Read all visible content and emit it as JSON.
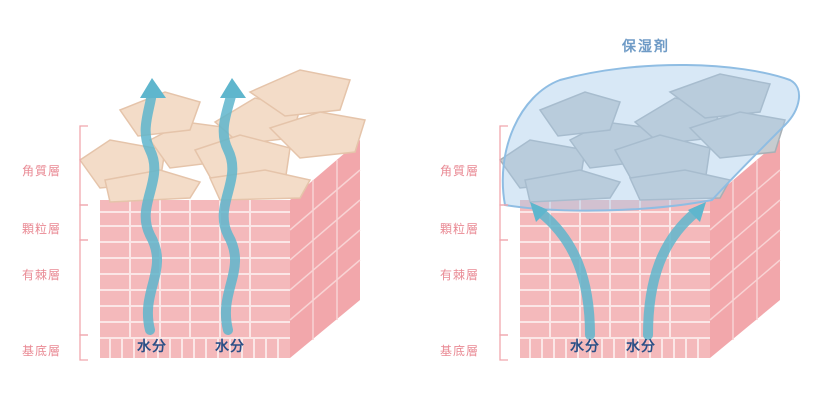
{
  "left_panel": {
    "layer_labels": [
      "角質層",
      "顆粒層",
      "有棘層",
      "基底層"
    ],
    "water_labels": [
      "水分",
      "水分"
    ]
  },
  "right_panel": {
    "moisturizer_label": "保湿剤",
    "layer_labels": [
      "角質層",
      "顆粒層",
      "有棘層",
      "基底層"
    ],
    "water_labels": [
      "水分",
      "水分"
    ]
  },
  "colors": {
    "skin_pink": "#f4b9bb",
    "cell_border": "#fbe6e6",
    "stratum_corneum": "#f3dcc8",
    "moisturizer_film": "#a9cdea",
    "water_arrow": "#5fb6cd",
    "label_pink": "#e98a94",
    "water_text": "#2a4f86"
  }
}
